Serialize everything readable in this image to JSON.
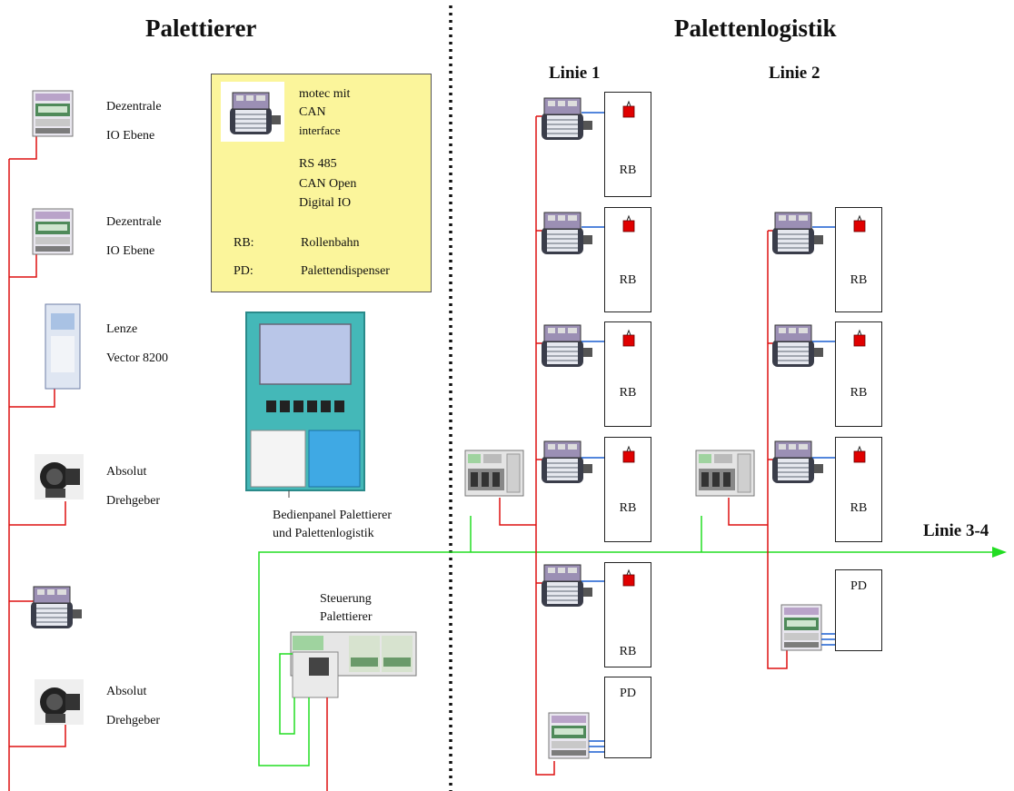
{
  "headings": {
    "left": "Palettierer",
    "right": "Palettenlogistik"
  },
  "lines": {
    "line1": "Linie 1",
    "line2": "Linie 2",
    "line34": "Linie 3-4"
  },
  "left_devices": [
    {
      "line1": "Dezentrale",
      "line2": "IO Ebene"
    },
    {
      "line1": "Dezentrale",
      "line2": "IO Ebene"
    },
    {
      "line1": "Lenze",
      "line2": "Vector 8200"
    },
    {
      "line1": "Absolut",
      "line2": "Drehgeber"
    },
    {
      "line1": "Absolut",
      "line2": "Drehgeber"
    }
  ],
  "legend": {
    "motec": [
      "motec mit",
      "CAN",
      "interface"
    ],
    "rs485": "RS 485",
    "canopen": "CAN Open",
    "digitalio": "Digital IO",
    "rb_key": "RB:",
    "rb_value": "Rollenbahn",
    "pd_key": "PD:",
    "pd_value": "Palettendispenser"
  },
  "panel": {
    "caption1": "Bedienpanel Palettierer",
    "caption2": "und Palettenlogistik"
  },
  "controller": {
    "caption1": "Steuerung",
    "caption2": "Palettierer"
  },
  "box_labels": {
    "rb": "RB",
    "pd": "PD"
  },
  "colors": {
    "rs485": "#22dd22",
    "canopen": "#dd1111",
    "digitalio": "#1a5fd0",
    "legend_bg": "#fbf59b",
    "actuator": "#e00000"
  }
}
